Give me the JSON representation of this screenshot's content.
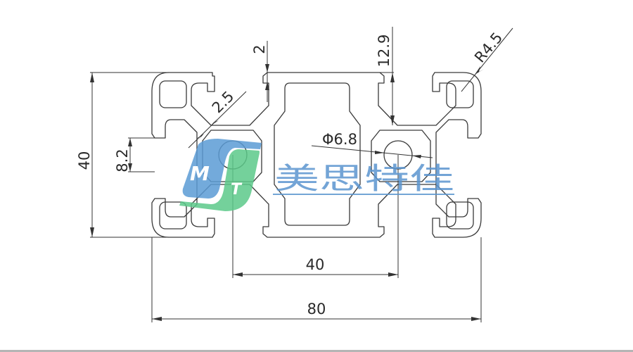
{
  "drawing": {
    "title": "Aluminium profile 40x80 cross-section",
    "dimensions": {
      "overall_width": "80",
      "center_spacing": "40",
      "overall_height": "40",
      "slot_opening": "8.2",
      "wall_thickness": "2.5",
      "lip_thickness": "2",
      "slot_depth": "12.9",
      "corner_radius": "R4.5",
      "center_bore": "Φ6.8"
    }
  },
  "watermark": {
    "logo_letters": [
      "M",
      "T"
    ],
    "brand_name": "美思特佳",
    "colors": {
      "blue": "#5b9bd5",
      "green": "#5cc98a",
      "text": "#5b95cf"
    }
  }
}
